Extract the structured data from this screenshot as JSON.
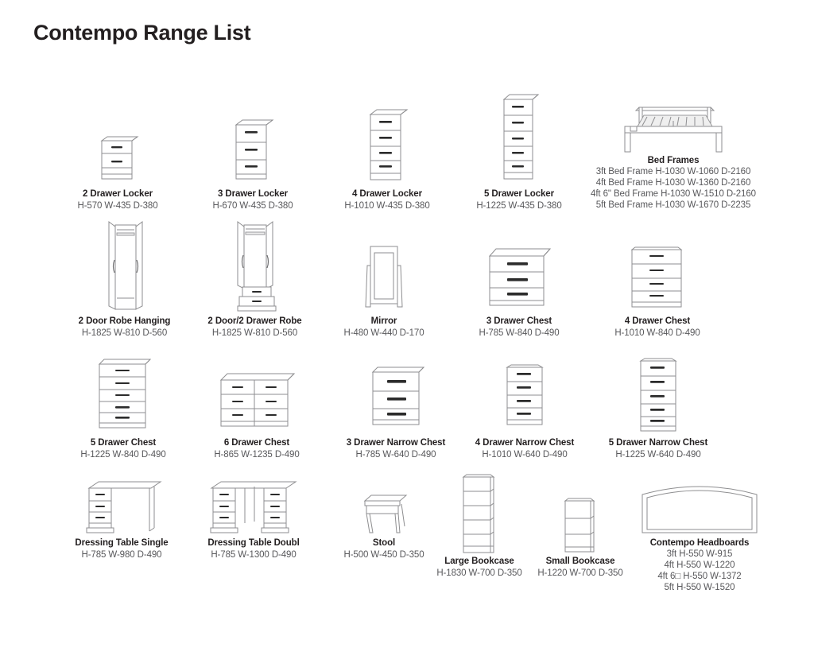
{
  "page": {
    "title": "Contempo Range List",
    "background": "#ffffff",
    "text_color": "#231f20",
    "dimension_text_color": "#58585b"
  },
  "rows": [
    {
      "row_index": 1,
      "items": [
        {
          "name": "2 Drawer Locker",
          "dimensions": "H-570 W-435 D-380",
          "icon": "chest-2-drawer-icon",
          "drawers": 2
        },
        {
          "name": "3 Drawer Locker",
          "dimensions": "H-670 W-435 D-380",
          "icon": "chest-3-drawer-icon",
          "drawers": 3
        },
        {
          "name": "4 Drawer Locker",
          "dimensions": "H-1010 W-435 D-380",
          "icon": "chest-4-drawer-icon",
          "drawers": 4
        },
        {
          "name": "5 Drawer Locker",
          "dimensions": "H-1225 W-435 D-380",
          "icon": "chest-5-drawer-icon",
          "drawers": 5
        },
        {
          "name": "Bed Frames",
          "icon": "bed-frame-icon",
          "dimension_lines": [
            "3ft Bed Frame H-1030 W-1060 D-2160",
            "4ft Bed Frame H-1030 W-1360 D-2160",
            "4ft 6\" Bed Frame H-1030 W-1510 D-2160",
            "5ft Bed Frame H-1030 W-1670 D-2235"
          ]
        }
      ]
    },
    {
      "row_index": 2,
      "items": [
        {
          "name": "2 Door Robe Hanging",
          "dimensions": "H-1825 W-810 D-560",
          "icon": "wardrobe-hanging-icon"
        },
        {
          "name": "2 Door/2 Drawer Robe",
          "dimensions": "H-1825 W-810 D-560",
          "icon": "wardrobe-drawer-icon"
        },
        {
          "name": "Mirror",
          "dimensions": "H-480 W-440 D-170",
          "icon": "mirror-icon"
        },
        {
          "name": "3 Drawer Chest",
          "dimensions": "H-785 W-840 D-490",
          "icon": "chest-wide-3-drawer-icon",
          "drawers": 3
        },
        {
          "name": "4 Drawer Chest",
          "dimensions": "H-1010 W-840 D-490",
          "icon": "chest-wide-4-drawer-icon",
          "drawers": 4
        }
      ]
    },
    {
      "row_index": 3,
      "items": [
        {
          "name": "5 Drawer Chest",
          "dimensions": "H-1225 W-840 D-490",
          "icon": "chest-wide-5-drawer-icon",
          "drawers": 5
        },
        {
          "name": "6 Drawer Chest",
          "dimensions": "H-865 W-1235 D-490",
          "icon": "chest-6-drawer-icon",
          "drawers": 6
        },
        {
          "name": "3 Drawer Narrow Chest",
          "dimensions": "H-785 W-640 D-490",
          "icon": "narrow-chest-3-drawer-icon",
          "drawers": 3
        },
        {
          "name": "4 Drawer Narrow Chest",
          "dimensions": "H-1010 W-640 D-490",
          "icon": "narrow-chest-4-drawer-icon",
          "drawers": 4
        },
        {
          "name": "5 Drawer Narrow Chest",
          "dimensions": "H-1225 W-640 D-490",
          "icon": "narrow-chest-5-drawer-icon",
          "drawers": 5
        }
      ]
    },
    {
      "row_index": 4,
      "items": [
        {
          "name": "Dressing Table Single",
          "dimensions": "H-785 W-980 D-490",
          "icon": "dressing-table-single-icon"
        },
        {
          "name": "Dressing Table Doubl",
          "dimensions": "H-785 W-1300 D-490",
          "icon": "dressing-table-double-icon"
        },
        {
          "name": "Stool",
          "dimensions": "H-500 W-450 D-350",
          "icon": "stool-icon"
        },
        {
          "name": "Large Bookcase",
          "dimensions": "H-1830 W-700 D-350",
          "icon": "bookcase-large-icon"
        },
        {
          "name": "Small Bookcase",
          "dimensions": "H-1220 W-700 D-350",
          "icon": "bookcase-small-icon"
        },
        {
          "name": "Contempo Headboards",
          "icon": "headboard-icon",
          "dimension_lines": [
            "3ft H-550 W-915",
            "4ft H-550 W-1220",
            "4ft 6□ H-550 W-1372",
            "5ft H-550 W-1520"
          ]
        }
      ]
    }
  ]
}
